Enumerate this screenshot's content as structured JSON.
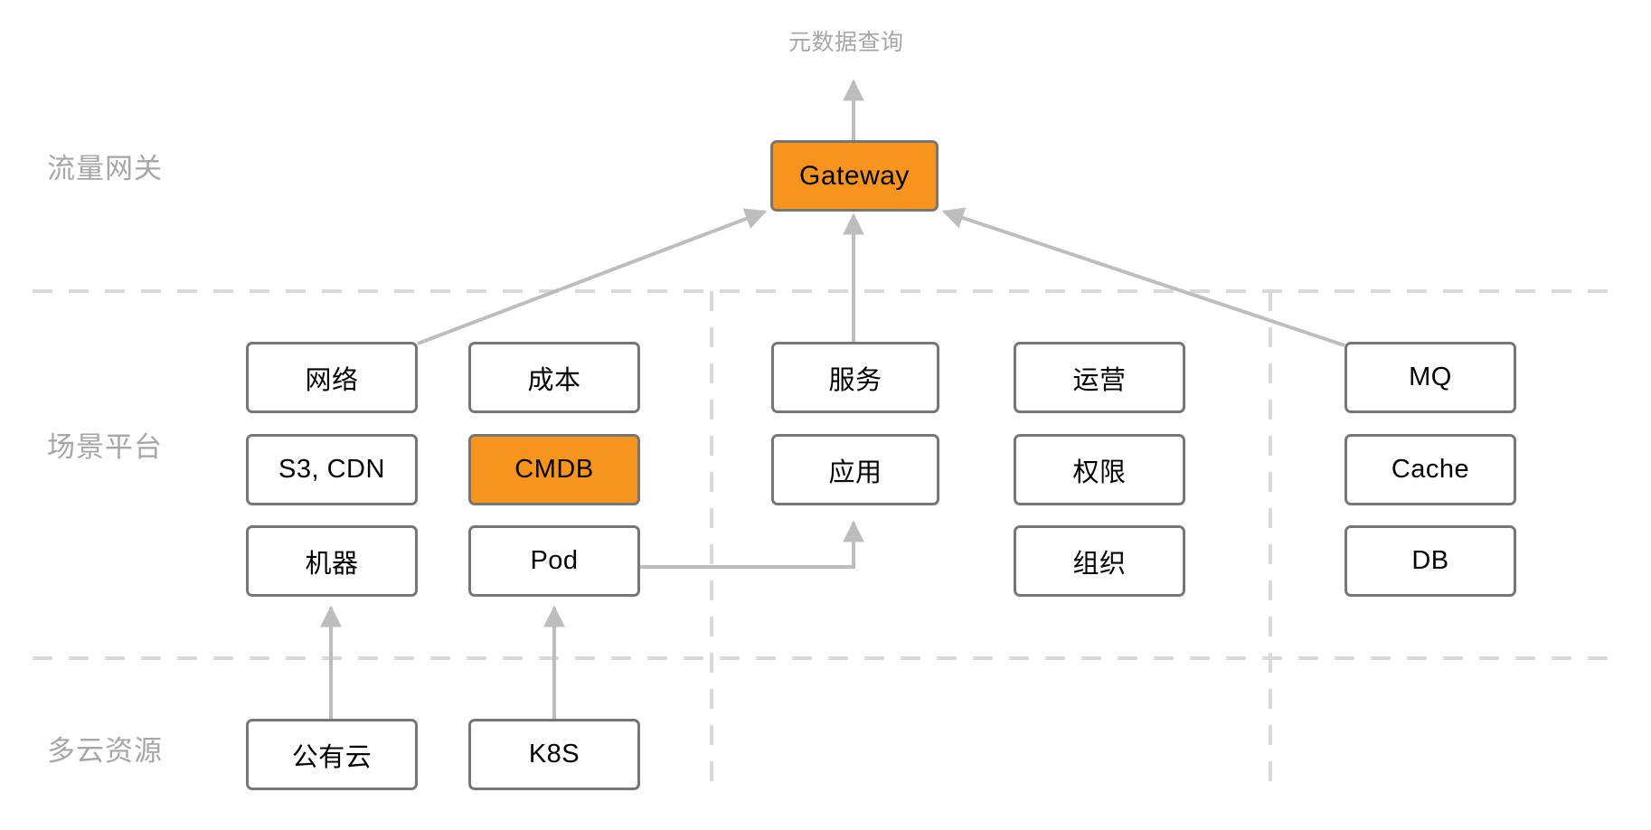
{
  "diagram": {
    "title_caption": "元数据查询",
    "accent_color": "#F7941E",
    "box_border_color": "#767676",
    "label_color": "#a6a6a6",
    "wire_color": "#bdbdbd"
  },
  "tiers": [
    {
      "key": "gateway",
      "label": "流量网关"
    },
    {
      "key": "scenario",
      "label": "场景平台"
    },
    {
      "key": "resource",
      "label": "多云资源"
    }
  ],
  "gateway_node": {
    "label": "Gateway",
    "accent": true
  },
  "columns": [
    {
      "key": "network",
      "nodes": [
        {
          "label": "网络",
          "accent": false
        },
        {
          "label": "S3, CDN",
          "accent": false
        },
        {
          "label": "机器",
          "accent": false
        }
      ]
    },
    {
      "key": "cost",
      "nodes": [
        {
          "label": "成本",
          "accent": false
        },
        {
          "label": "CMDB",
          "accent": true
        },
        {
          "label": "Pod",
          "accent": false
        }
      ]
    },
    {
      "key": "service",
      "nodes": [
        {
          "label": "服务",
          "accent": false
        },
        {
          "label": "应用",
          "accent": false
        }
      ]
    },
    {
      "key": "operation",
      "nodes": [
        {
          "label": "运营",
          "accent": false
        },
        {
          "label": "权限",
          "accent": false
        },
        {
          "label": "组织",
          "accent": false
        }
      ]
    },
    {
      "key": "middleware",
      "nodes": [
        {
          "label": "MQ",
          "accent": false
        },
        {
          "label": "Cache",
          "accent": false
        },
        {
          "label": "DB",
          "accent": false
        }
      ]
    }
  ],
  "resource_nodes": [
    {
      "label": "公有云",
      "accent": false
    },
    {
      "label": "K8S",
      "accent": false
    }
  ]
}
